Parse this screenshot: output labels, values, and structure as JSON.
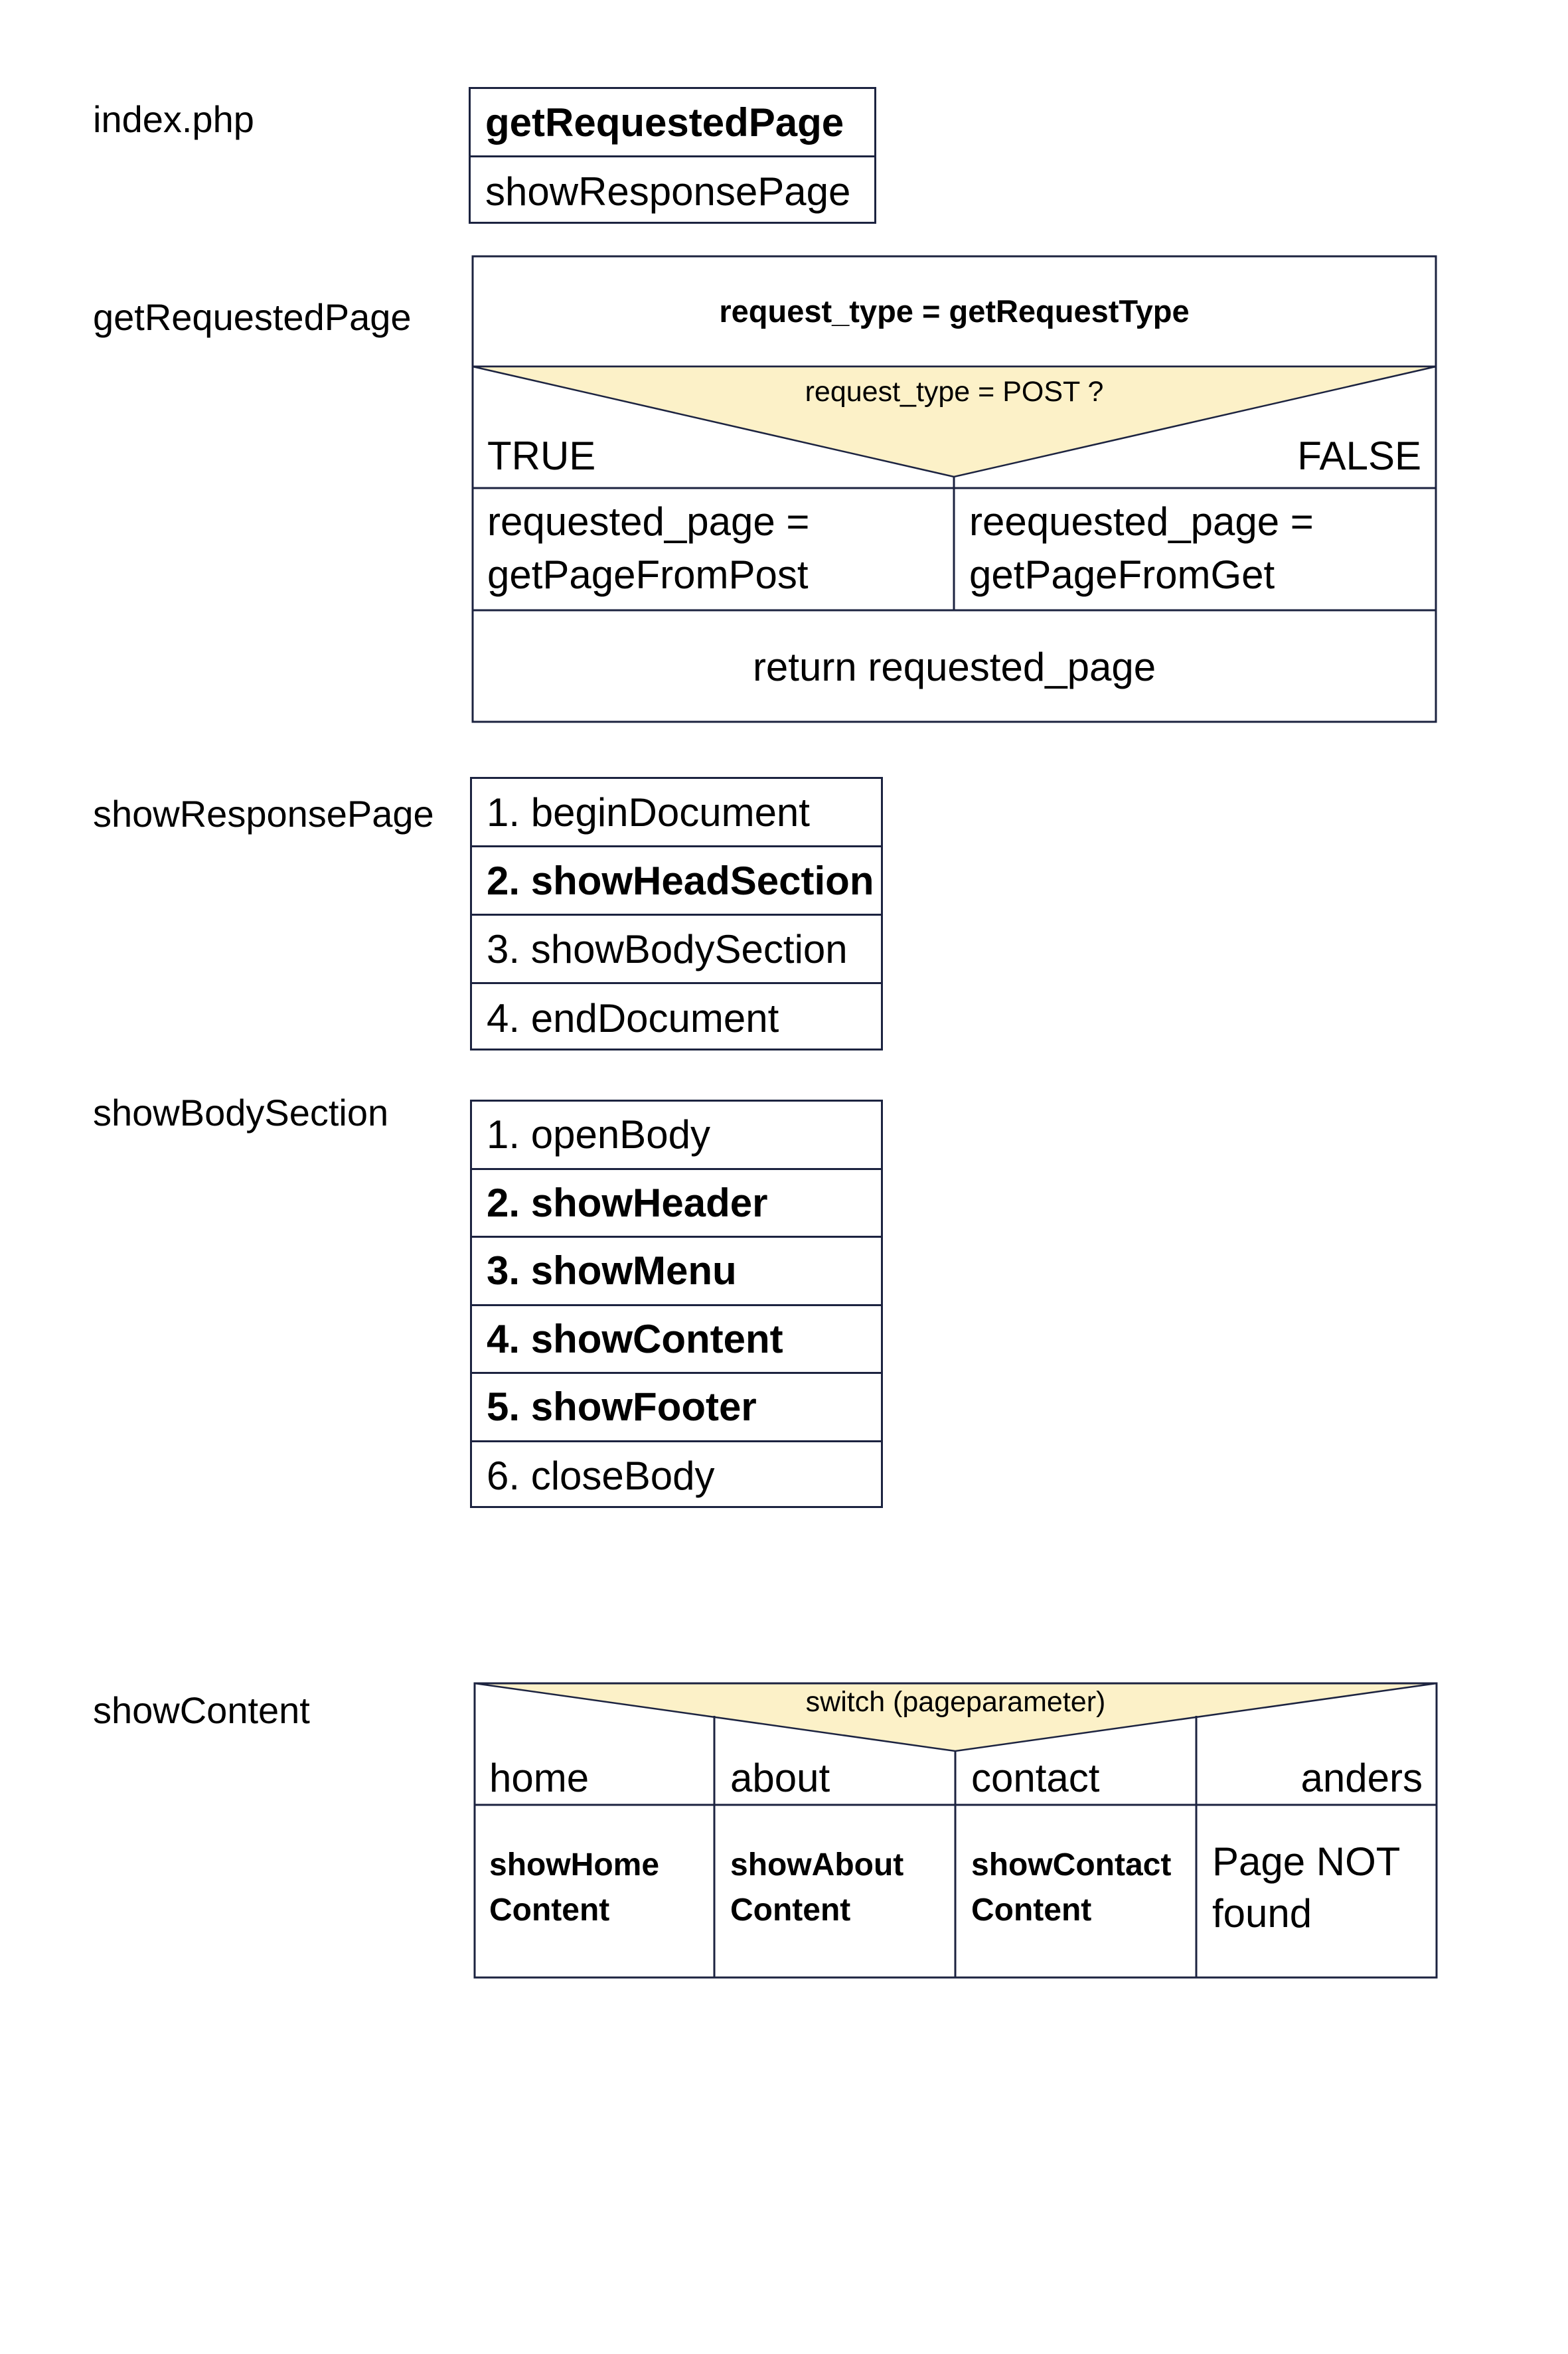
{
  "colors": {
    "decision_fill": "#fcf1c8",
    "border": "#1c2340"
  },
  "index_php": {
    "label": "index.php",
    "rows": [
      {
        "text": "getRequestedPage",
        "bold": true
      },
      {
        "text": "showResponsePage",
        "bold": false
      }
    ]
  },
  "get_requested_page": {
    "label": "getRequestedPage",
    "assign": "request_type = getRequestType",
    "condition": "request_type = POST ?",
    "true_label": "TRUE",
    "false_label": "FALSE",
    "true_branch": [
      "requested_page =",
      "getPageFromPost"
    ],
    "false_branch": [
      "reequested_page =",
      "getPageFromGet"
    ],
    "return_stmt": "return requested_page"
  },
  "show_response_page": {
    "label": "showResponsePage",
    "rows": [
      {
        "text": "1. beginDocument",
        "bold": false
      },
      {
        "text": "2. showHeadSection",
        "bold": true
      },
      {
        "text": "3. showBodySection",
        "bold": false
      },
      {
        "text": "4. endDocument",
        "bold": false
      }
    ]
  },
  "show_body_section": {
    "label": "showBodySection",
    "rows": [
      {
        "text": "1. openBody",
        "bold": false
      },
      {
        "text": "2. showHeader",
        "bold": true
      },
      {
        "text": "3. showMenu",
        "bold": true
      },
      {
        "text": "4. showContent",
        "bold": true
      },
      {
        "text": "5. showFooter",
        "bold": true
      },
      {
        "text": "6. closeBody",
        "bold": false
      }
    ]
  },
  "show_content": {
    "label": "showContent",
    "switch_expr": "switch (pageparameter)",
    "cases": [
      {
        "case": "home",
        "action": [
          "showHome",
          "Content"
        ],
        "bold": true
      },
      {
        "case": "about",
        "action": [
          "showAbout",
          "Content"
        ],
        "bold": true
      },
      {
        "case": "contact",
        "action": [
          "showContact",
          "Content"
        ],
        "bold": true
      },
      {
        "case": "anders",
        "action": [
          "Page NOT",
          "found"
        ],
        "bold": false
      }
    ]
  }
}
